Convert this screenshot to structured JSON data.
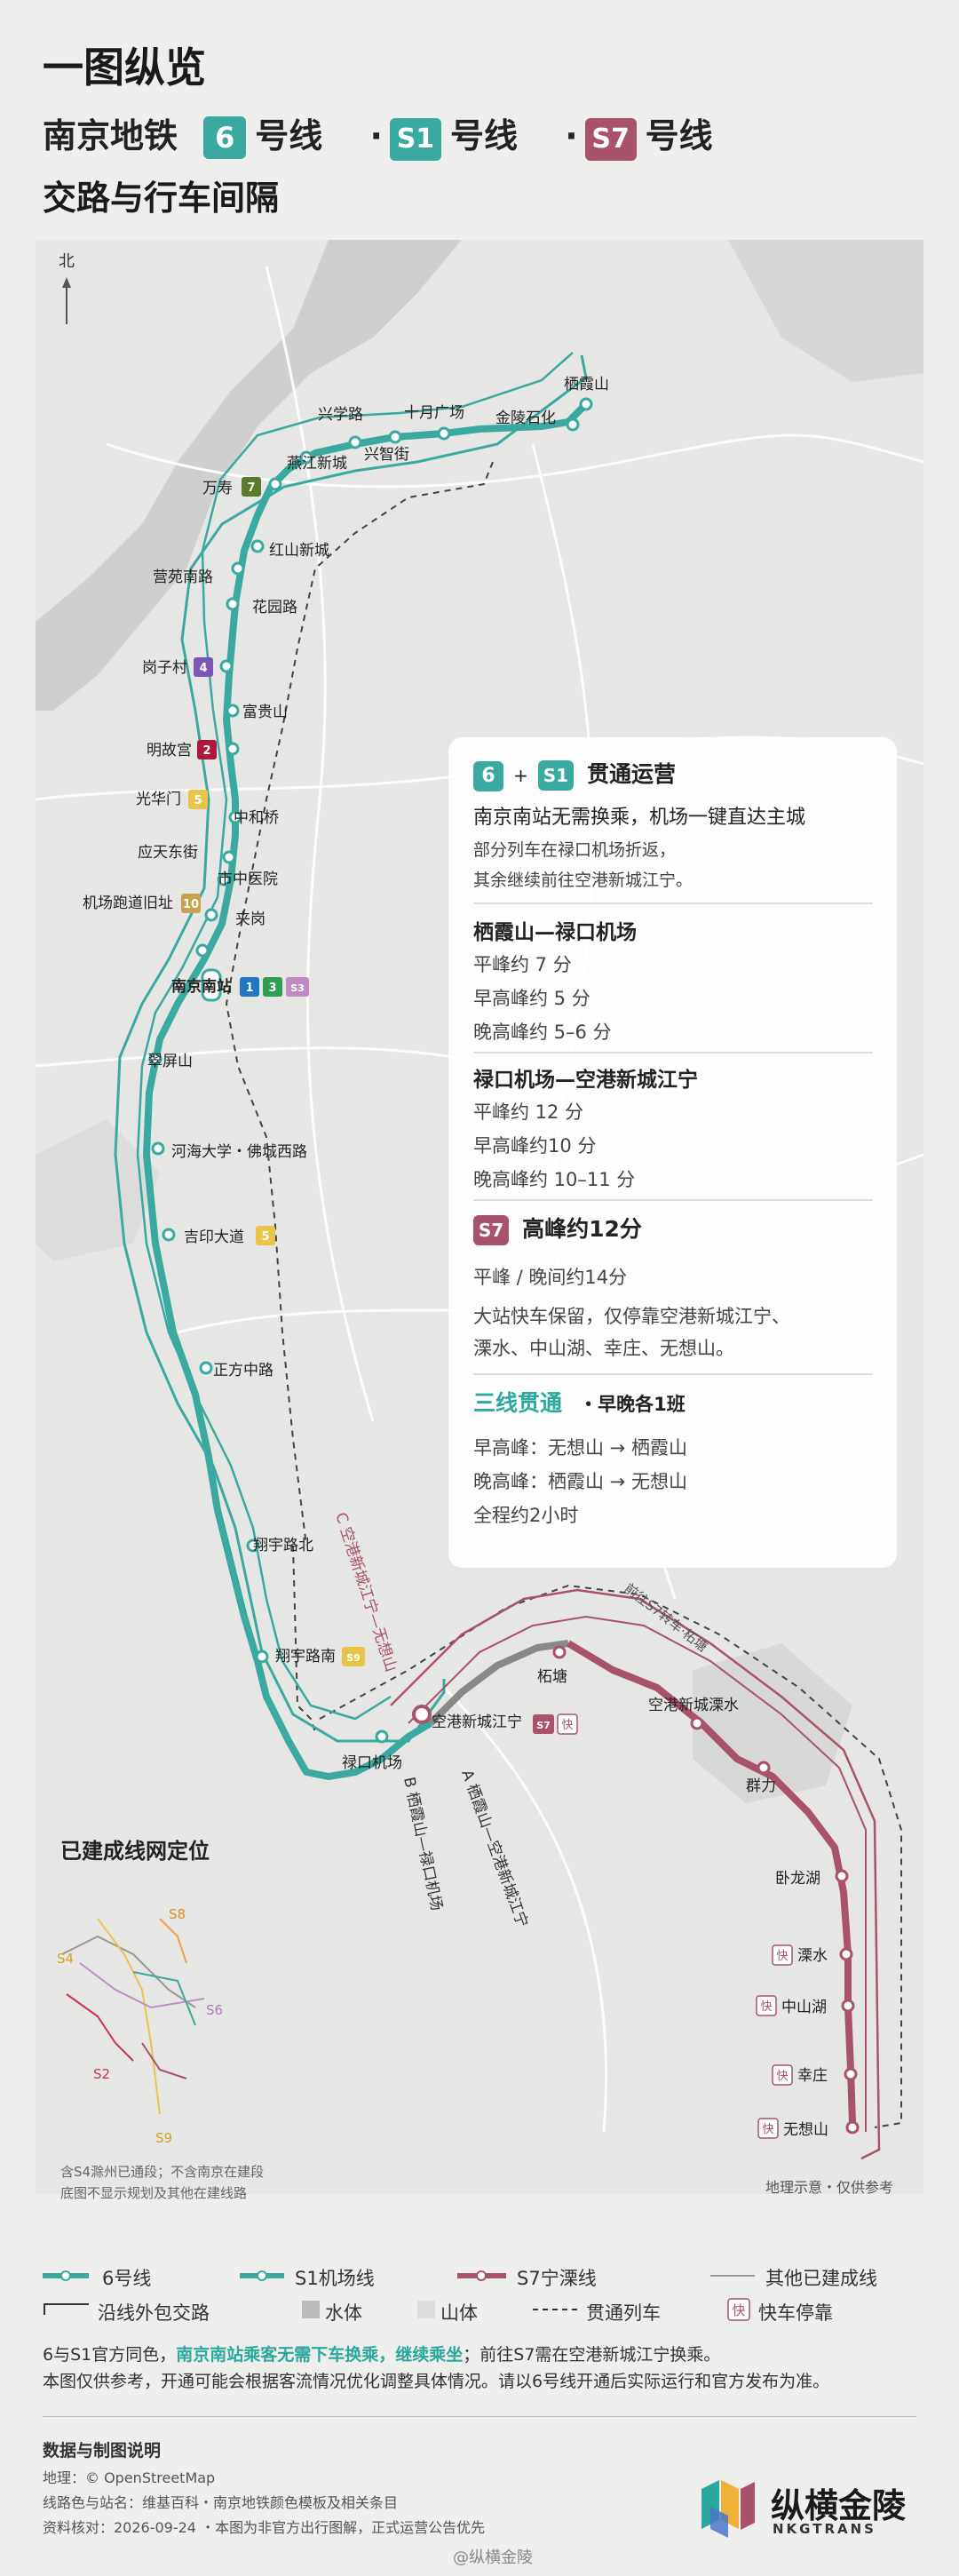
{
  "header": {
    "line1": "一图纵览",
    "line2_prefix": "南京地铁",
    "badge_6": "6",
    "line_suffix": "号线",
    "dot": "·",
    "badge_s1": "S1",
    "badge_s7": "S7",
    "line3": "交路与行车间隔"
  },
  "map": {
    "north_label": "北",
    "stations": [
      {
        "name": "栖霞山"
      },
      {
        "name": "金陵石化"
      },
      {
        "name": "十月广场"
      },
      {
        "name": "兴智街"
      },
      {
        "name": "兴学路"
      },
      {
        "name": "燕江新城"
      },
      {
        "name": "万寿",
        "transfer": "7"
      },
      {
        "name": "红山新城"
      },
      {
        "name": "营苑南路"
      },
      {
        "name": "花园路"
      },
      {
        "name": "岗子村",
        "transfer": "4"
      },
      {
        "name": "富贵山"
      },
      {
        "name": "明故宫",
        "transfer": "2"
      },
      {
        "name": "光华门",
        "transfer": "5"
      },
      {
        "name": "中和桥"
      },
      {
        "name": "应天东街"
      },
      {
        "name": "市中医院"
      },
      {
        "name": "机场跑道旧址",
        "transfer": "10"
      },
      {
        "name": "夹岗"
      },
      {
        "name": "南京南站",
        "transfers": [
          "1",
          "3",
          "S3"
        ]
      },
      {
        "name": "翠屏山"
      },
      {
        "name": "河海大学・佛城西路"
      },
      {
        "name": "吉印大道",
        "transfer": "5"
      },
      {
        "name": "正方中路"
      },
      {
        "name": "翔宇路北"
      },
      {
        "name": "翔宇路南",
        "transfer": "S9"
      },
      {
        "name": "禄口机场"
      },
      {
        "name": "空港新城江宁",
        "transfer": "S7",
        "express": "快"
      },
      {
        "name": "柘塘"
      },
      {
        "name": "空港新城溧水"
      },
      {
        "name": "群力"
      },
      {
        "name": "卧龙湖"
      },
      {
        "name": "溧水",
        "express": "快"
      },
      {
        "name": "中山湖",
        "express": "快"
      },
      {
        "name": "幸庄",
        "express": "快"
      },
      {
        "name": "无想山",
        "express": "快"
      }
    ],
    "route_labels": {
      "c": "C 空港新城江宁—无想山",
      "b": "B 栖霞山—禄口机场",
      "a": "A 栖霞山—空港新城江宁",
      "guide": "前往S7转车·柘塘"
    },
    "mini_title": "已建成线网定位",
    "mini_labels": [
      "S8",
      "S4",
      "S6",
      "S2",
      "S9"
    ],
    "mini_note1": "含S4滁州已通段；不含南京在建段",
    "mini_note2": "底图不显示规划及其他在建线路",
    "geo_note": "地理示意・仅供参考"
  },
  "panel": {
    "badge_6": "6",
    "plus": "+",
    "badge_s1": "S1",
    "title": "贯通运营",
    "sub": "南京南站无需换乘，机场一键直达主城",
    "desc1": "部分列车在禄口机场折返，",
    "desc2": "其余继续前往空港新城江宁。",
    "sec1_title": "栖霞山—禄口机场",
    "sec1_l1": "平峰约 7 分",
    "sec1_l2": "早高峰约 5 分",
    "sec1_l3": "晚高峰约 5–6 分",
    "sec2_title": "禄口机场—空港新城江宁",
    "sec2_l1": "平峰约 12 分",
    "sec2_l2": "早高峰约10 分",
    "sec2_l3": "晚高峰约 10–11 分",
    "s7_badge": "S7",
    "s7_title": "高峰约12分",
    "s7_l1": "平峰 / 晚间约14分",
    "s7_l2": "大站快车保留，仅停靠空港新城江宁、",
    "s7_l3": "溧水、中山湖、幸庄、无想山。",
    "three_title": "三线贯通",
    "three_sub": "・早晚各1班",
    "three_l1": "早高峰：无想山 → 栖霞山",
    "three_l2": "晚高峰：栖霞山 → 无想山",
    "three_l3": "全程约2小时"
  },
  "legend": {
    "l6": "6号线",
    "ls1": "S1机场线",
    "ls7": "S7宁溧线",
    "other": "其他已建成线",
    "edge": "沿线外包交路",
    "water": "水体",
    "mountain": "山体",
    "through": "贯通列车",
    "express": "快车停靠",
    "express_glyph": "快"
  },
  "notes": {
    "n1a": "6与S1官方同色，",
    "n1b": "南京南站乘客无需下车换乘，继续乘坐",
    "n1c": "；前往S7需在空港新城江宁换乘。",
    "n2": "本图仅供参考，开通可能会根据客流情况优化调整具体情况。请以6号线开通后实际运行和官方发布为准。"
  },
  "footer": {
    "title": "数据与制图说明",
    "l1": "地理：© OpenStreetMap",
    "l2": "线路色与站名：维基百科・南京地铁颜色模板及相关条目",
    "l3": "资料核对：2026-09-24 ・本图为非官方出行图解，正式运营公告优先",
    "logo": "纵横金陵",
    "logo_sub": "NKGTRANS",
    "weibo": "@纵横金陵"
  },
  "colors": {
    "line6": "#3aa99f",
    "s7": "#a8526b",
    "accent": "#2ba89c",
    "text": "#222222"
  }
}
